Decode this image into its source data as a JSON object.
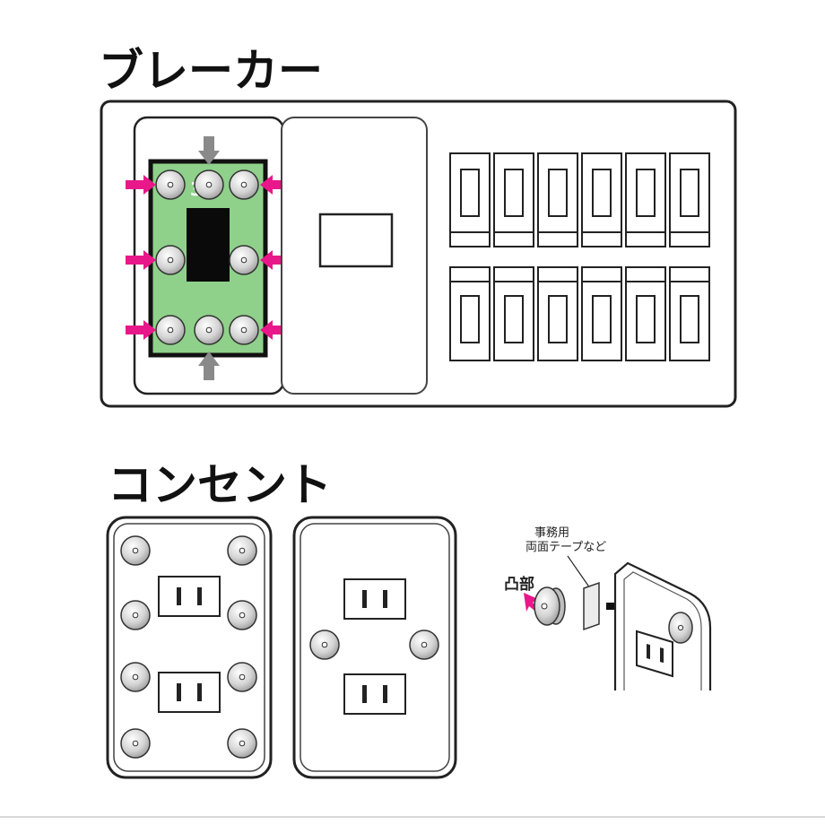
{
  "breaker_section": {
    "title": "ブレーカー",
    "plate_number": "3"
  },
  "outlet_section": {
    "title": "コンセント"
  },
  "mount_detail": {
    "protrusion_label": "凸部",
    "tape_label_line1": "事務用",
    "tape_label_line2": "両面テープなど"
  },
  "colors": {
    "accent_arrow": "#e8178a",
    "board_green": "#8fd18a",
    "arrow_gray": "#8a8a8a",
    "outline": "#222222"
  }
}
